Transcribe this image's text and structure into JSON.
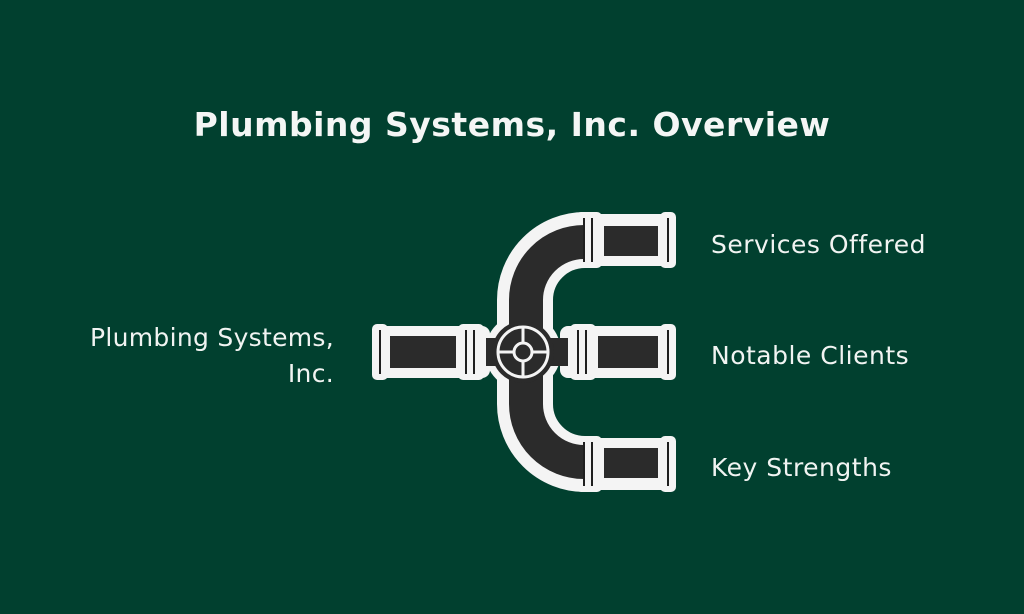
{
  "colors": {
    "background": "#01402f",
    "pipe_fill": "#2b2b2b",
    "pipe_outline": "#f4f4f4",
    "text": "#f1f4f2"
  },
  "diagram": {
    "title": "Plumbing Systems, Inc. Overview",
    "root": {
      "label_line1": "Plumbing Systems,",
      "label_line2": "Inc."
    },
    "connector_icon": "pipe-manifold-with-valve",
    "branches": [
      {
        "label": "Services Offered"
      },
      {
        "label": "Notable Clients"
      },
      {
        "label": "Key Strengths"
      }
    ]
  }
}
